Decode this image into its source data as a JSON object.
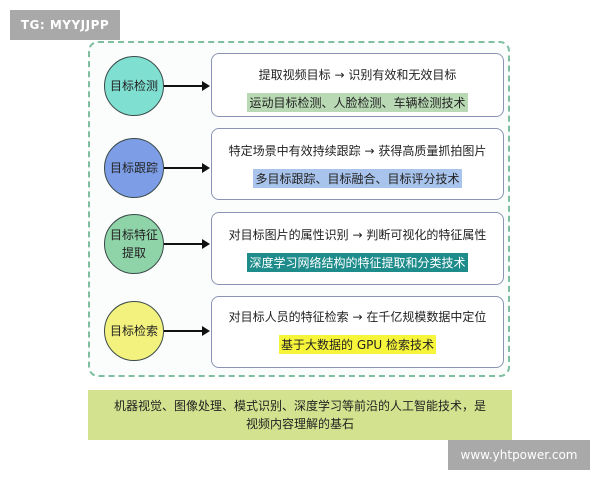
{
  "watermarks": {
    "top_left": "TG: MYYJJPP",
    "bottom_right": "www.yhtpower.com"
  },
  "colors": {
    "frame_border": "#7fbfa0",
    "bottom_band": "#d3e28e",
    "badge_gray": "#a9a9a9"
  },
  "rows": [
    {
      "node": "目标检测",
      "node_color": "#7fe0d2",
      "description": "提取视频目标 → 识别有效和无效目标",
      "technique": "运动目标检测、人脸检测、车辆检测技术",
      "technique_bg": "#b8d9b4",
      "technique_color": "#222222"
    },
    {
      "node": "目标跟踪",
      "node_color": "#7d9ee6",
      "description": "特定场景中有效持续跟踪 → 获得高质量抓拍图片",
      "technique": "多目标跟踪、目标融合、目标评分技术",
      "technique_bg": "#a9c4ec",
      "technique_color": "#222222"
    },
    {
      "node": "目标特征\n提取",
      "node_line1": "目标特征",
      "node_line2": "提取",
      "node_color": "#8fd3a8",
      "description": "对目标图片的属性识别 → 判断可视化的特征属性",
      "technique": "深度学习网络结构的特征提取和分类技术",
      "technique_bg": "#1f8c8c",
      "technique_color": "#ffffff"
    },
    {
      "node": "目标检索",
      "node_color": "#f4f27e",
      "description": "对目标人员的特征检索 → 在千亿规模数据中定位",
      "technique": "基于大数据的 GPU 检索技术",
      "technique_bg": "#f7f53a",
      "technique_color": "#222222"
    }
  ],
  "summary": {
    "line1": "机器视觉、图像处理、模式识别、深度学习等前沿的人工智能技术，是",
    "line2": "视频内容理解的基石"
  }
}
